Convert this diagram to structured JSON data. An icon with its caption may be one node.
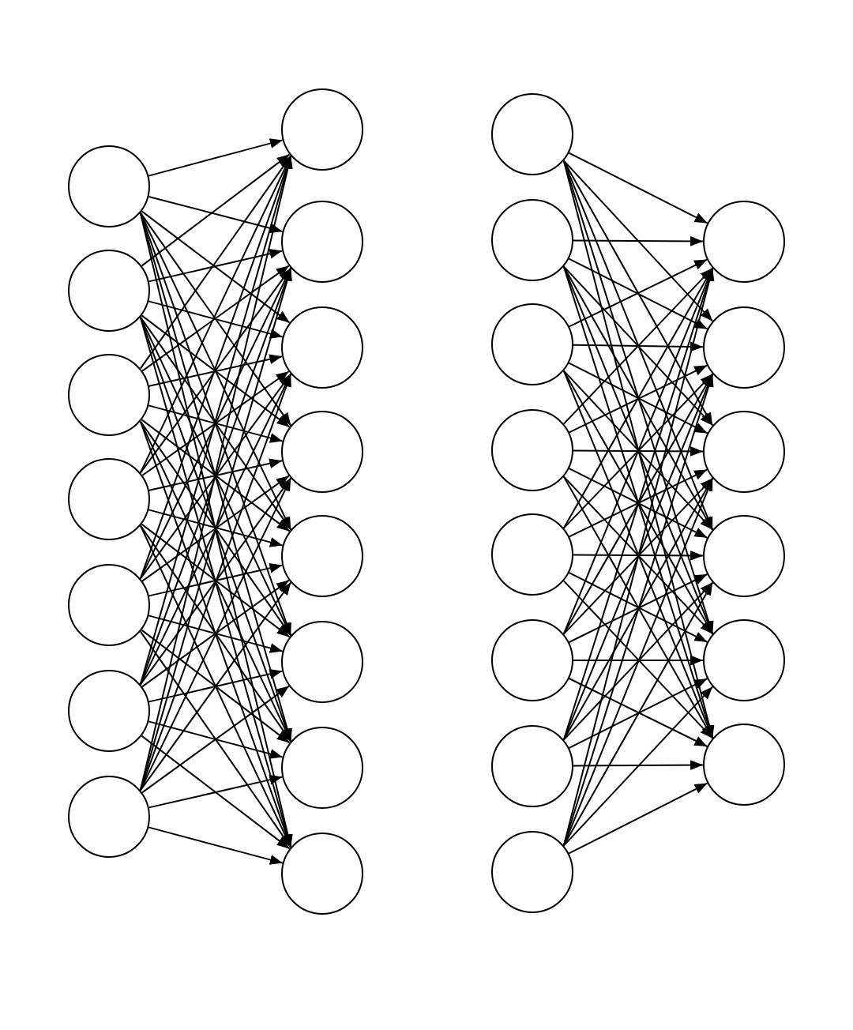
{
  "diagram": {
    "nodes": [
      {
        "text": [],
        "shape": "circle"
      },
      {
        "text": [],
        "shape": "circle"
      },
      {
        "text": [],
        "shape": "circle"
      },
      {
        "text": [],
        "shape": "circle"
      },
      {
        "text": [],
        "shape": "circle"
      },
      {
        "text": [],
        "shape": "circle"
      },
      {
        "text": [],
        "shape": "circle"
      },
      {
        "text": [],
        "shape": "circle"
      },
      {
        "text": [],
        "shape": "circle"
      },
      {
        "text": [],
        "shape": "circle"
      },
      {
        "text": [],
        "shape": "circle"
      },
      {
        "text": [],
        "shape": "circle"
      },
      {
        "text": [],
        "shape": "circle"
      },
      {
        "text": [],
        "shape": "circle"
      },
      {
        "text": [],
        "shape": "circle"
      },
      {
        "text": [],
        "shape": "circle"
      },
      {
        "text": [],
        "shape": "circle"
      },
      {
        "text": [],
        "shape": "circle"
      },
      {
        "text": [],
        "shape": "circle"
      },
      {
        "text": [],
        "shape": "circle"
      },
      {
        "text": [],
        "shape": "circle"
      },
      {
        "text": [],
        "shape": "circle"
      },
      {
        "text": [],
        "shape": "circle"
      },
      {
        "text": [],
        "shape": "circle"
      },
      {
        "text": [],
        "shape": "circle"
      },
      {
        "text": [],
        "shape": "circle"
      },
      {
        "text": [],
        "shape": "circle"
      },
      {
        "text": [],
        "shape": "circle"
      },
      {
        "text": [],
        "shape": "circle"
      }
    ],
    "edges": [
      {
        "from": 0,
        "to": 7,
        "arrow": "to"
      },
      {
        "from": 0,
        "to": 8,
        "arrow": "to"
      },
      {
        "from": 0,
        "to": 9,
        "arrow": "to"
      },
      {
        "from": 0,
        "to": 10,
        "arrow": "to"
      },
      {
        "from": 0,
        "to": 11,
        "arrow": "to"
      },
      {
        "from": 0,
        "to": 12,
        "arrow": "to"
      },
      {
        "from": 0,
        "to": 13,
        "arrow": "to"
      },
      {
        "from": 0,
        "to": 14,
        "arrow": "to"
      },
      {
        "from": 1,
        "to": 7,
        "arrow": "to"
      },
      {
        "from": 1,
        "to": 8,
        "arrow": "to"
      },
      {
        "from": 1,
        "to": 9,
        "arrow": "to"
      },
      {
        "from": 1,
        "to": 10,
        "arrow": "to"
      },
      {
        "from": 1,
        "to": 11,
        "arrow": "to"
      },
      {
        "from": 1,
        "to": 12,
        "arrow": "to"
      },
      {
        "from": 1,
        "to": 13,
        "arrow": "to"
      },
      {
        "from": 1,
        "to": 14,
        "arrow": "to"
      },
      {
        "from": 2,
        "to": 7,
        "arrow": "to"
      },
      {
        "from": 2,
        "to": 8,
        "arrow": "to"
      },
      {
        "from": 2,
        "to": 9,
        "arrow": "to"
      },
      {
        "from": 2,
        "to": 10,
        "arrow": "to"
      },
      {
        "from": 2,
        "to": 11,
        "arrow": "to"
      },
      {
        "from": 2,
        "to": 12,
        "arrow": "to"
      },
      {
        "from": 2,
        "to": 13,
        "arrow": "to"
      },
      {
        "from": 2,
        "to": 14,
        "arrow": "to"
      },
      {
        "from": 3,
        "to": 7,
        "arrow": "to"
      },
      {
        "from": 3,
        "to": 8,
        "arrow": "to"
      },
      {
        "from": 3,
        "to": 9,
        "arrow": "to"
      },
      {
        "from": 3,
        "to": 10,
        "arrow": "to"
      },
      {
        "from": 3,
        "to": 11,
        "arrow": "to"
      },
      {
        "from": 3,
        "to": 12,
        "arrow": "to"
      },
      {
        "from": 3,
        "to": 13,
        "arrow": "to"
      },
      {
        "from": 3,
        "to": 14,
        "arrow": "to"
      },
      {
        "from": 4,
        "to": 7,
        "arrow": "to"
      },
      {
        "from": 4,
        "to": 8,
        "arrow": "to"
      },
      {
        "from": 4,
        "to": 9,
        "arrow": "to"
      },
      {
        "from": 4,
        "to": 10,
        "arrow": "to"
      },
      {
        "from": 4,
        "to": 11,
        "arrow": "to"
      },
      {
        "from": 4,
        "to": 12,
        "arrow": "to"
      },
      {
        "from": 4,
        "to": 13,
        "arrow": "to"
      },
      {
        "from": 4,
        "to": 14,
        "arrow": "to"
      },
      {
        "from": 5,
        "to": 7,
        "arrow": "to"
      },
      {
        "from": 5,
        "to": 8,
        "arrow": "to"
      },
      {
        "from": 5,
        "to": 9,
        "arrow": "to"
      },
      {
        "from": 5,
        "to": 10,
        "arrow": "to"
      },
      {
        "from": 5,
        "to": 11,
        "arrow": "to"
      },
      {
        "from": 5,
        "to": 12,
        "arrow": "to"
      },
      {
        "from": 5,
        "to": 13,
        "arrow": "to"
      },
      {
        "from": 5,
        "to": 14,
        "arrow": "to"
      },
      {
        "from": 6,
        "to": 7,
        "arrow": "to"
      },
      {
        "from": 6,
        "to": 8,
        "arrow": "to"
      },
      {
        "from": 6,
        "to": 9,
        "arrow": "to"
      },
      {
        "from": 6,
        "to": 10,
        "arrow": "to"
      },
      {
        "from": 6,
        "to": 11,
        "arrow": "to"
      },
      {
        "from": 6,
        "to": 12,
        "arrow": "to"
      },
      {
        "from": 6,
        "to": 13,
        "arrow": "to"
      },
      {
        "from": 6,
        "to": 14,
        "arrow": "to"
      },
      {
        "from": 15,
        "to": 23,
        "arrow": "to"
      },
      {
        "from": 15,
        "to": 24,
        "arrow": "to"
      },
      {
        "from": 15,
        "to": 25,
        "arrow": "to"
      },
      {
        "from": 15,
        "to": 26,
        "arrow": "to"
      },
      {
        "from": 15,
        "to": 27,
        "arrow": "to"
      },
      {
        "from": 15,
        "to": 28,
        "arrow": "to"
      },
      {
        "from": 16,
        "to": 23,
        "arrow": "to"
      },
      {
        "from": 16,
        "to": 24,
        "arrow": "to"
      },
      {
        "from": 16,
        "to": 25,
        "arrow": "to"
      },
      {
        "from": 16,
        "to": 26,
        "arrow": "to"
      },
      {
        "from": 16,
        "to": 27,
        "arrow": "to"
      },
      {
        "from": 16,
        "to": 28,
        "arrow": "to"
      },
      {
        "from": 17,
        "to": 23,
        "arrow": "to"
      },
      {
        "from": 17,
        "to": 24,
        "arrow": "to"
      },
      {
        "from": 17,
        "to": 25,
        "arrow": "to"
      },
      {
        "from": 17,
        "to": 26,
        "arrow": "to"
      },
      {
        "from": 17,
        "to": 27,
        "arrow": "to"
      },
      {
        "from": 17,
        "to": 28,
        "arrow": "to"
      },
      {
        "from": 18,
        "to": 23,
        "arrow": "to"
      },
      {
        "from": 18,
        "to": 24,
        "arrow": "to"
      },
      {
        "from": 18,
        "to": 25,
        "arrow": "to"
      },
      {
        "from": 18,
        "to": 26,
        "arrow": "to"
      },
      {
        "from": 18,
        "to": 27,
        "arrow": "to"
      },
      {
        "from": 18,
        "to": 28,
        "arrow": "to"
      },
      {
        "from": 19,
        "to": 23,
        "arrow": "to"
      },
      {
        "from": 19,
        "to": 24,
        "arrow": "to"
      },
      {
        "from": 19,
        "to": 25,
        "arrow": "to"
      },
      {
        "from": 19,
        "to": 26,
        "arrow": "to"
      },
      {
        "from": 19,
        "to": 27,
        "arrow": "to"
      },
      {
        "from": 19,
        "to": 28,
        "arrow": "to"
      },
      {
        "from": 20,
        "to": 23,
        "arrow": "to"
      },
      {
        "from": 20,
        "to": 24,
        "arrow": "to"
      },
      {
        "from": 20,
        "to": 25,
        "arrow": "to"
      },
      {
        "from": 20,
        "to": 26,
        "arrow": "to"
      },
      {
        "from": 20,
        "to": 27,
        "arrow": "to"
      },
      {
        "from": 20,
        "to": 28,
        "arrow": "to"
      },
      {
        "from": 21,
        "to": 23,
        "arrow": "to"
      },
      {
        "from": 21,
        "to": 24,
        "arrow": "to"
      },
      {
        "from": 21,
        "to": 25,
        "arrow": "to"
      },
      {
        "from": 21,
        "to": 26,
        "arrow": "to"
      },
      {
        "from": 21,
        "to": 27,
        "arrow": "to"
      },
      {
        "from": 21,
        "to": 28,
        "arrow": "to"
      },
      {
        "from": 22,
        "to": 23,
        "arrow": "to"
      },
      {
        "from": 22,
        "to": 24,
        "arrow": "to"
      },
      {
        "from": 22,
        "to": 25,
        "arrow": "to"
      },
      {
        "from": 22,
        "to": 26,
        "arrow": "to"
      },
      {
        "from": 22,
        "to": 27,
        "arrow": "to"
      },
      {
        "from": 22,
        "to": 28,
        "arrow": "to"
      }
    ]
  }
}
